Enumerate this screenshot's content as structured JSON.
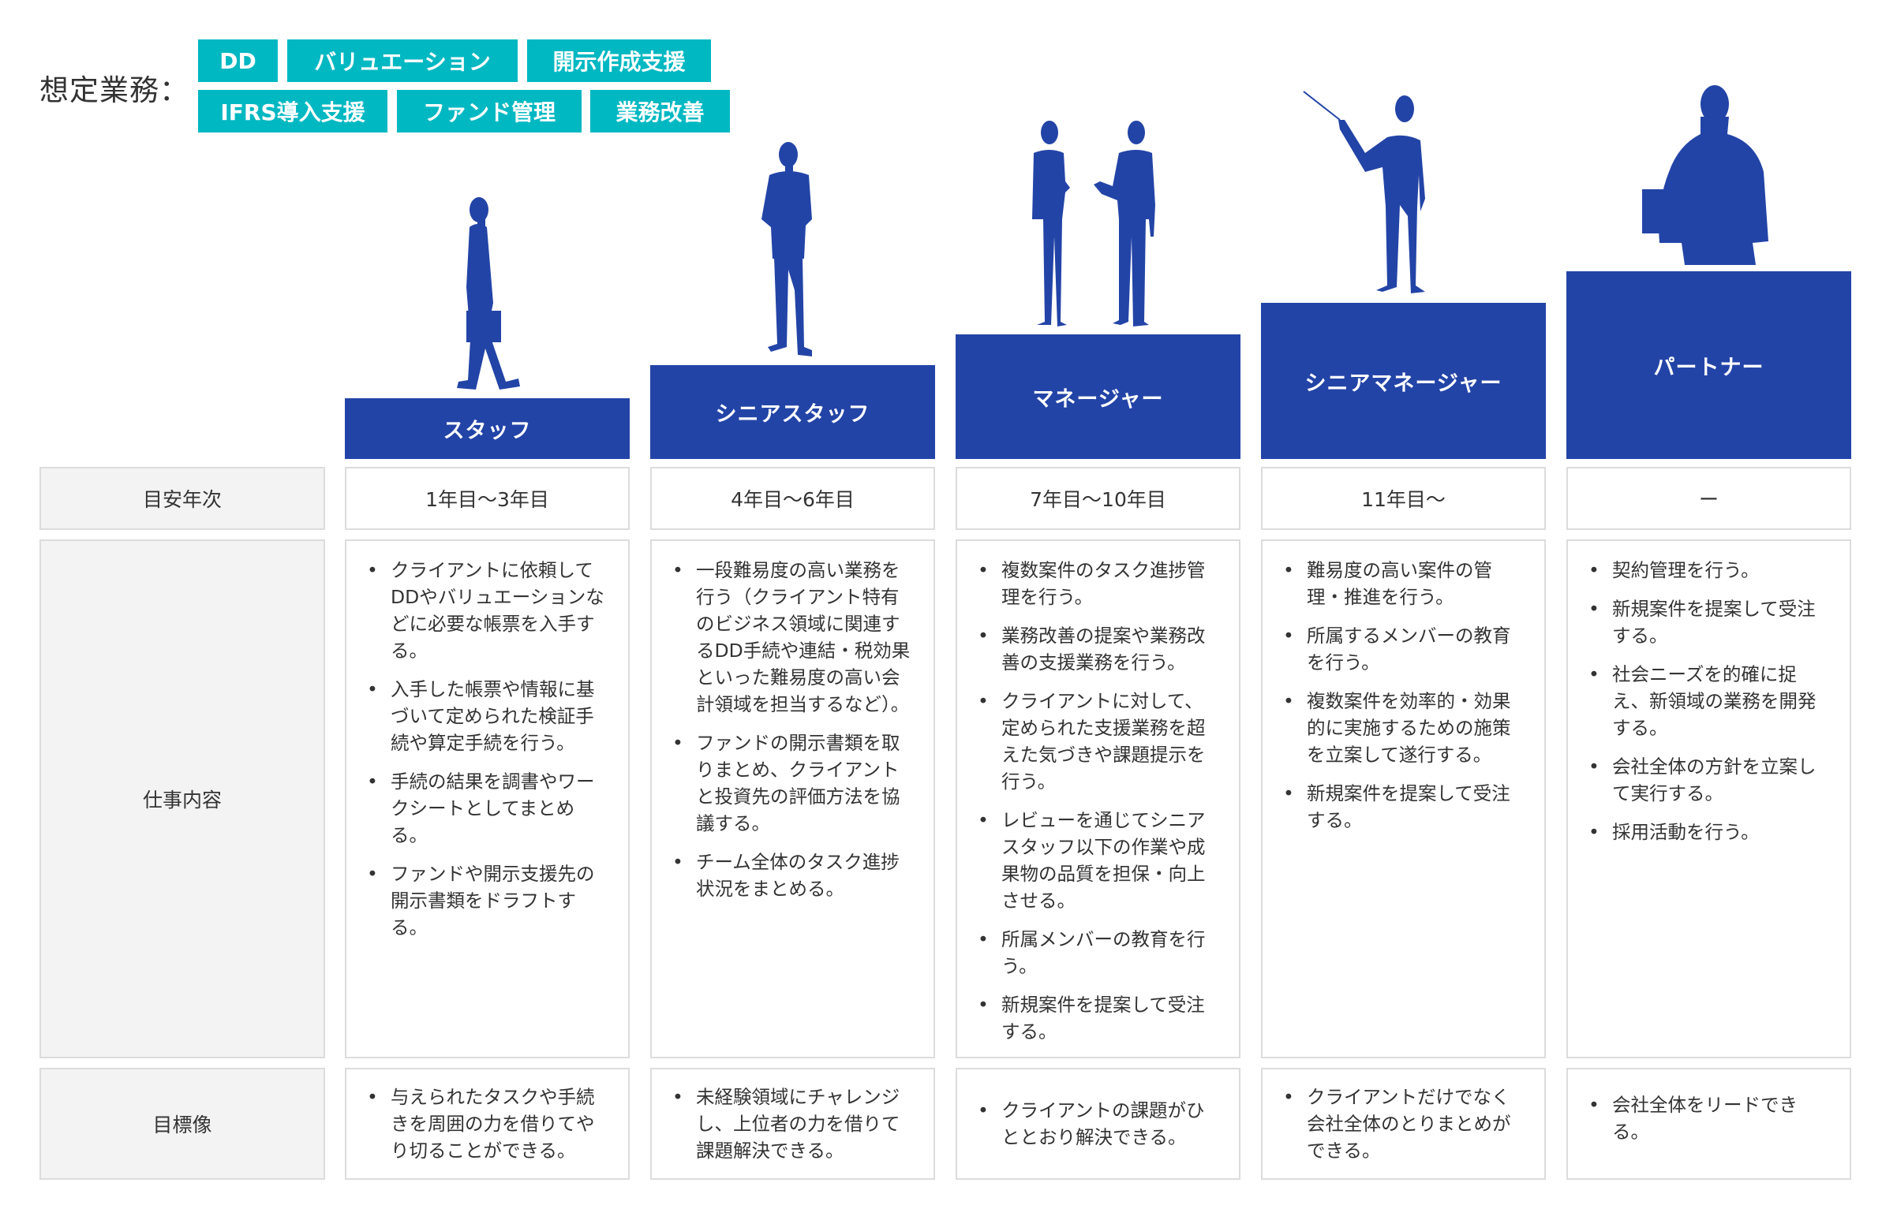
{
  "header": {
    "title": "想定業務：",
    "tags": [
      {
        "label": "DD"
      },
      {
        "label": "バリュエーション"
      },
      {
        "label": "開示作成支援"
      },
      {
        "label": "IFRS導入支援"
      },
      {
        "label": "ファンド管理"
      },
      {
        "label": "業務改善"
      }
    ],
    "tag_color": "#00b8c2"
  },
  "colors": {
    "step_blue": "#2344a7",
    "label_bg": "#f3f3f3",
    "border": "#dcdcdc",
    "text": "#333333"
  },
  "levels": [
    {
      "title": "スタッフ",
      "figure": "walking-man-with-briefcase-icon"
    },
    {
      "title": "シニアスタッフ",
      "figure": "standing-man-icon"
    },
    {
      "title": "マネージャー",
      "figure": "two-men-talking-icon"
    },
    {
      "title": "シニアマネージャー",
      "figure": "man-with-pointer-icon"
    },
    {
      "title": "パートナー",
      "figure": "man-holding-tablet-icon"
    }
  ],
  "rows": {
    "years": {
      "label": "目安年次",
      "values": [
        "1年目〜3年目",
        "4年目〜6年目",
        "7年目〜10年目",
        "11年目〜",
        "ー"
      ]
    },
    "duties": {
      "label": "仕事内容",
      "values": [
        [
          "クライアントに依頼してDDやバリュエーションなどに必要な帳票を入手する。",
          "入手した帳票や情報に基づいて定められた検証手続や算定手続を行う。",
          "手続の結果を調書やワークシートとしてまとめる。",
          "ファンドや開示支援先の開示書類をドラフトする。"
        ],
        [
          "一段難易度の高い業務を行う（クライアント特有のビジネス領域に関連するDD手続や連結・税効果といった難易度の高い会計領域を担当するなど）。",
          "ファンドの開示書類を取りまとめ、クライアントと投資先の評価方法を協議する。",
          "チーム全体のタスク進捗状況をまとめる。"
        ],
        [
          "複数案件のタスク進捗管理を行う。",
          "業務改善の提案や業務改善の支援業務を行う。",
          "クライアントに対して、定められた支援業務を超えた気づきや課題提示を行う。",
          "レビューを通じてシニアスタッフ以下の作業や成果物の品質を担保・向上させる。",
          "所属メンバーの教育を行う。",
          "新規案件を提案して受注する。"
        ],
        [
          "難易度の高い案件の管理・推進を行う。",
          "所属するメンバーの教育を行う。",
          "複数案件を効率的・効果的に実施するための施策を立案して遂行する。",
          "新規案件を提案して受注する。"
        ],
        [
          "契約管理を行う。",
          "新規案件を提案して受注する。",
          "社会ニーズを的確に捉え、新領域の業務を開発する。",
          "会社全体の方針を立案して実行する。",
          "採用活動を行う。"
        ]
      ]
    },
    "goals": {
      "label": "目標像",
      "values": [
        [
          "与えられたタスクや手続きを周囲の力を借りてやり切ることができる。"
        ],
        [
          "未経験領域にチャレンジし、上位者の力を借りて課題解決できる。"
        ],
        [
          "クライアントの課題がひととおり解決できる。"
        ],
        [
          "クライアントだけでなく会社全体のとりまとめができる。"
        ],
        [
          "会社全体をリードできる。"
        ]
      ]
    }
  }
}
